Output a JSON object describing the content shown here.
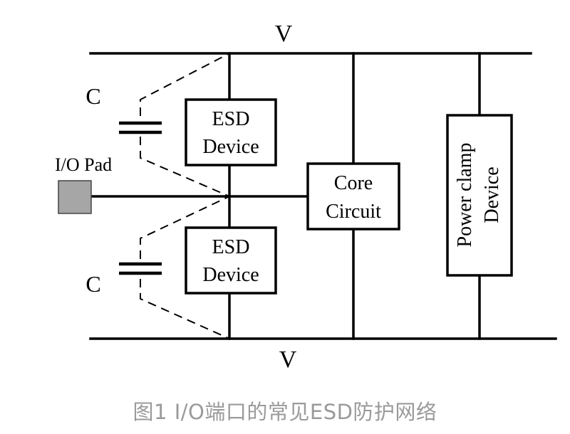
{
  "diagram": {
    "supply_top_label": "V",
    "supply_bottom_label": "V",
    "capacitor_top_label": "C",
    "capacitor_bottom_label": "C",
    "io_pad_label": "I/O Pad",
    "esd_top_line1": "ESD",
    "esd_top_line2": "Device",
    "esd_bottom_line1": "ESD",
    "esd_bottom_line2": "Device",
    "core_line1": "Core",
    "core_line2": "Circuit",
    "clamp_line1": "Power clamp",
    "clamp_line2": "Device",
    "colors": {
      "line": "#000000",
      "io_pad_fill": "#a6a6a6",
      "caption": "#9a9a9a"
    }
  },
  "caption": "图1 I/O端口的常见ESD防护网络"
}
